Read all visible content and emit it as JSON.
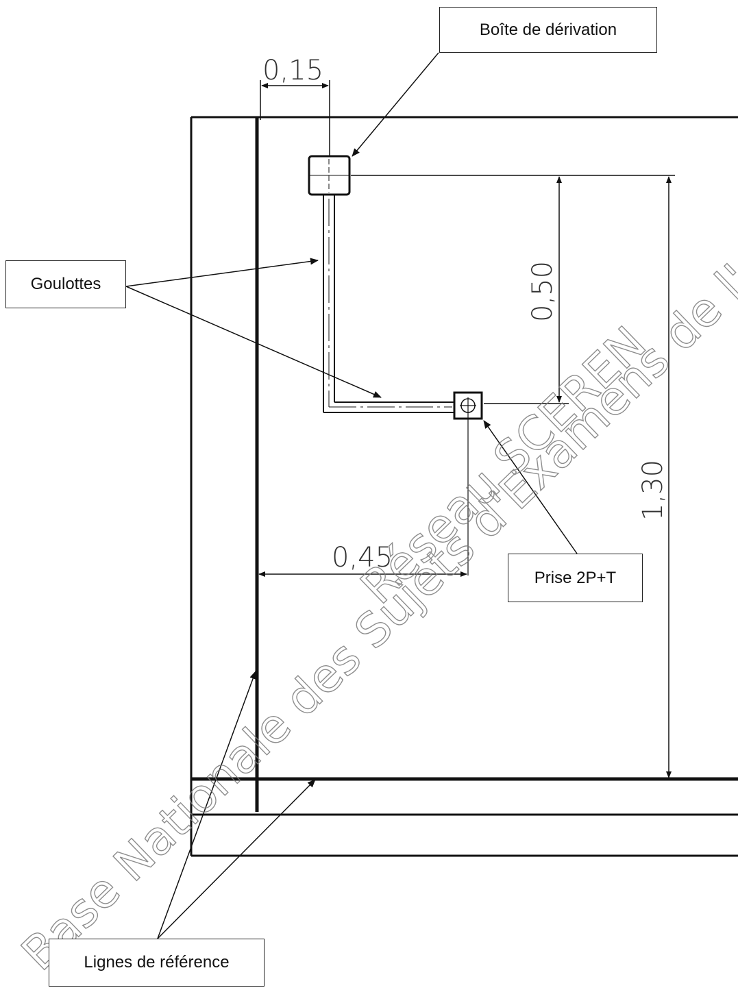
{
  "labels": {
    "boite_derivation": "Boîte de dérivation",
    "goulottes": "Goulottes",
    "prise": "Prise 2P+T",
    "lignes_reference": "Lignes de référence"
  },
  "dimensions": {
    "offset_horizontal": "0,15",
    "box_to_socket": "0,50",
    "socket_horizontal": "0,45",
    "floor_to_box": "1,30"
  },
  "watermark": {
    "line1": "Base Nationale des Sujets d'Examens de l'enseignement",
    "line2": "Réseau SCEREN"
  },
  "colors": {
    "ink": "#111111",
    "watermark": "#7a7a7a"
  }
}
